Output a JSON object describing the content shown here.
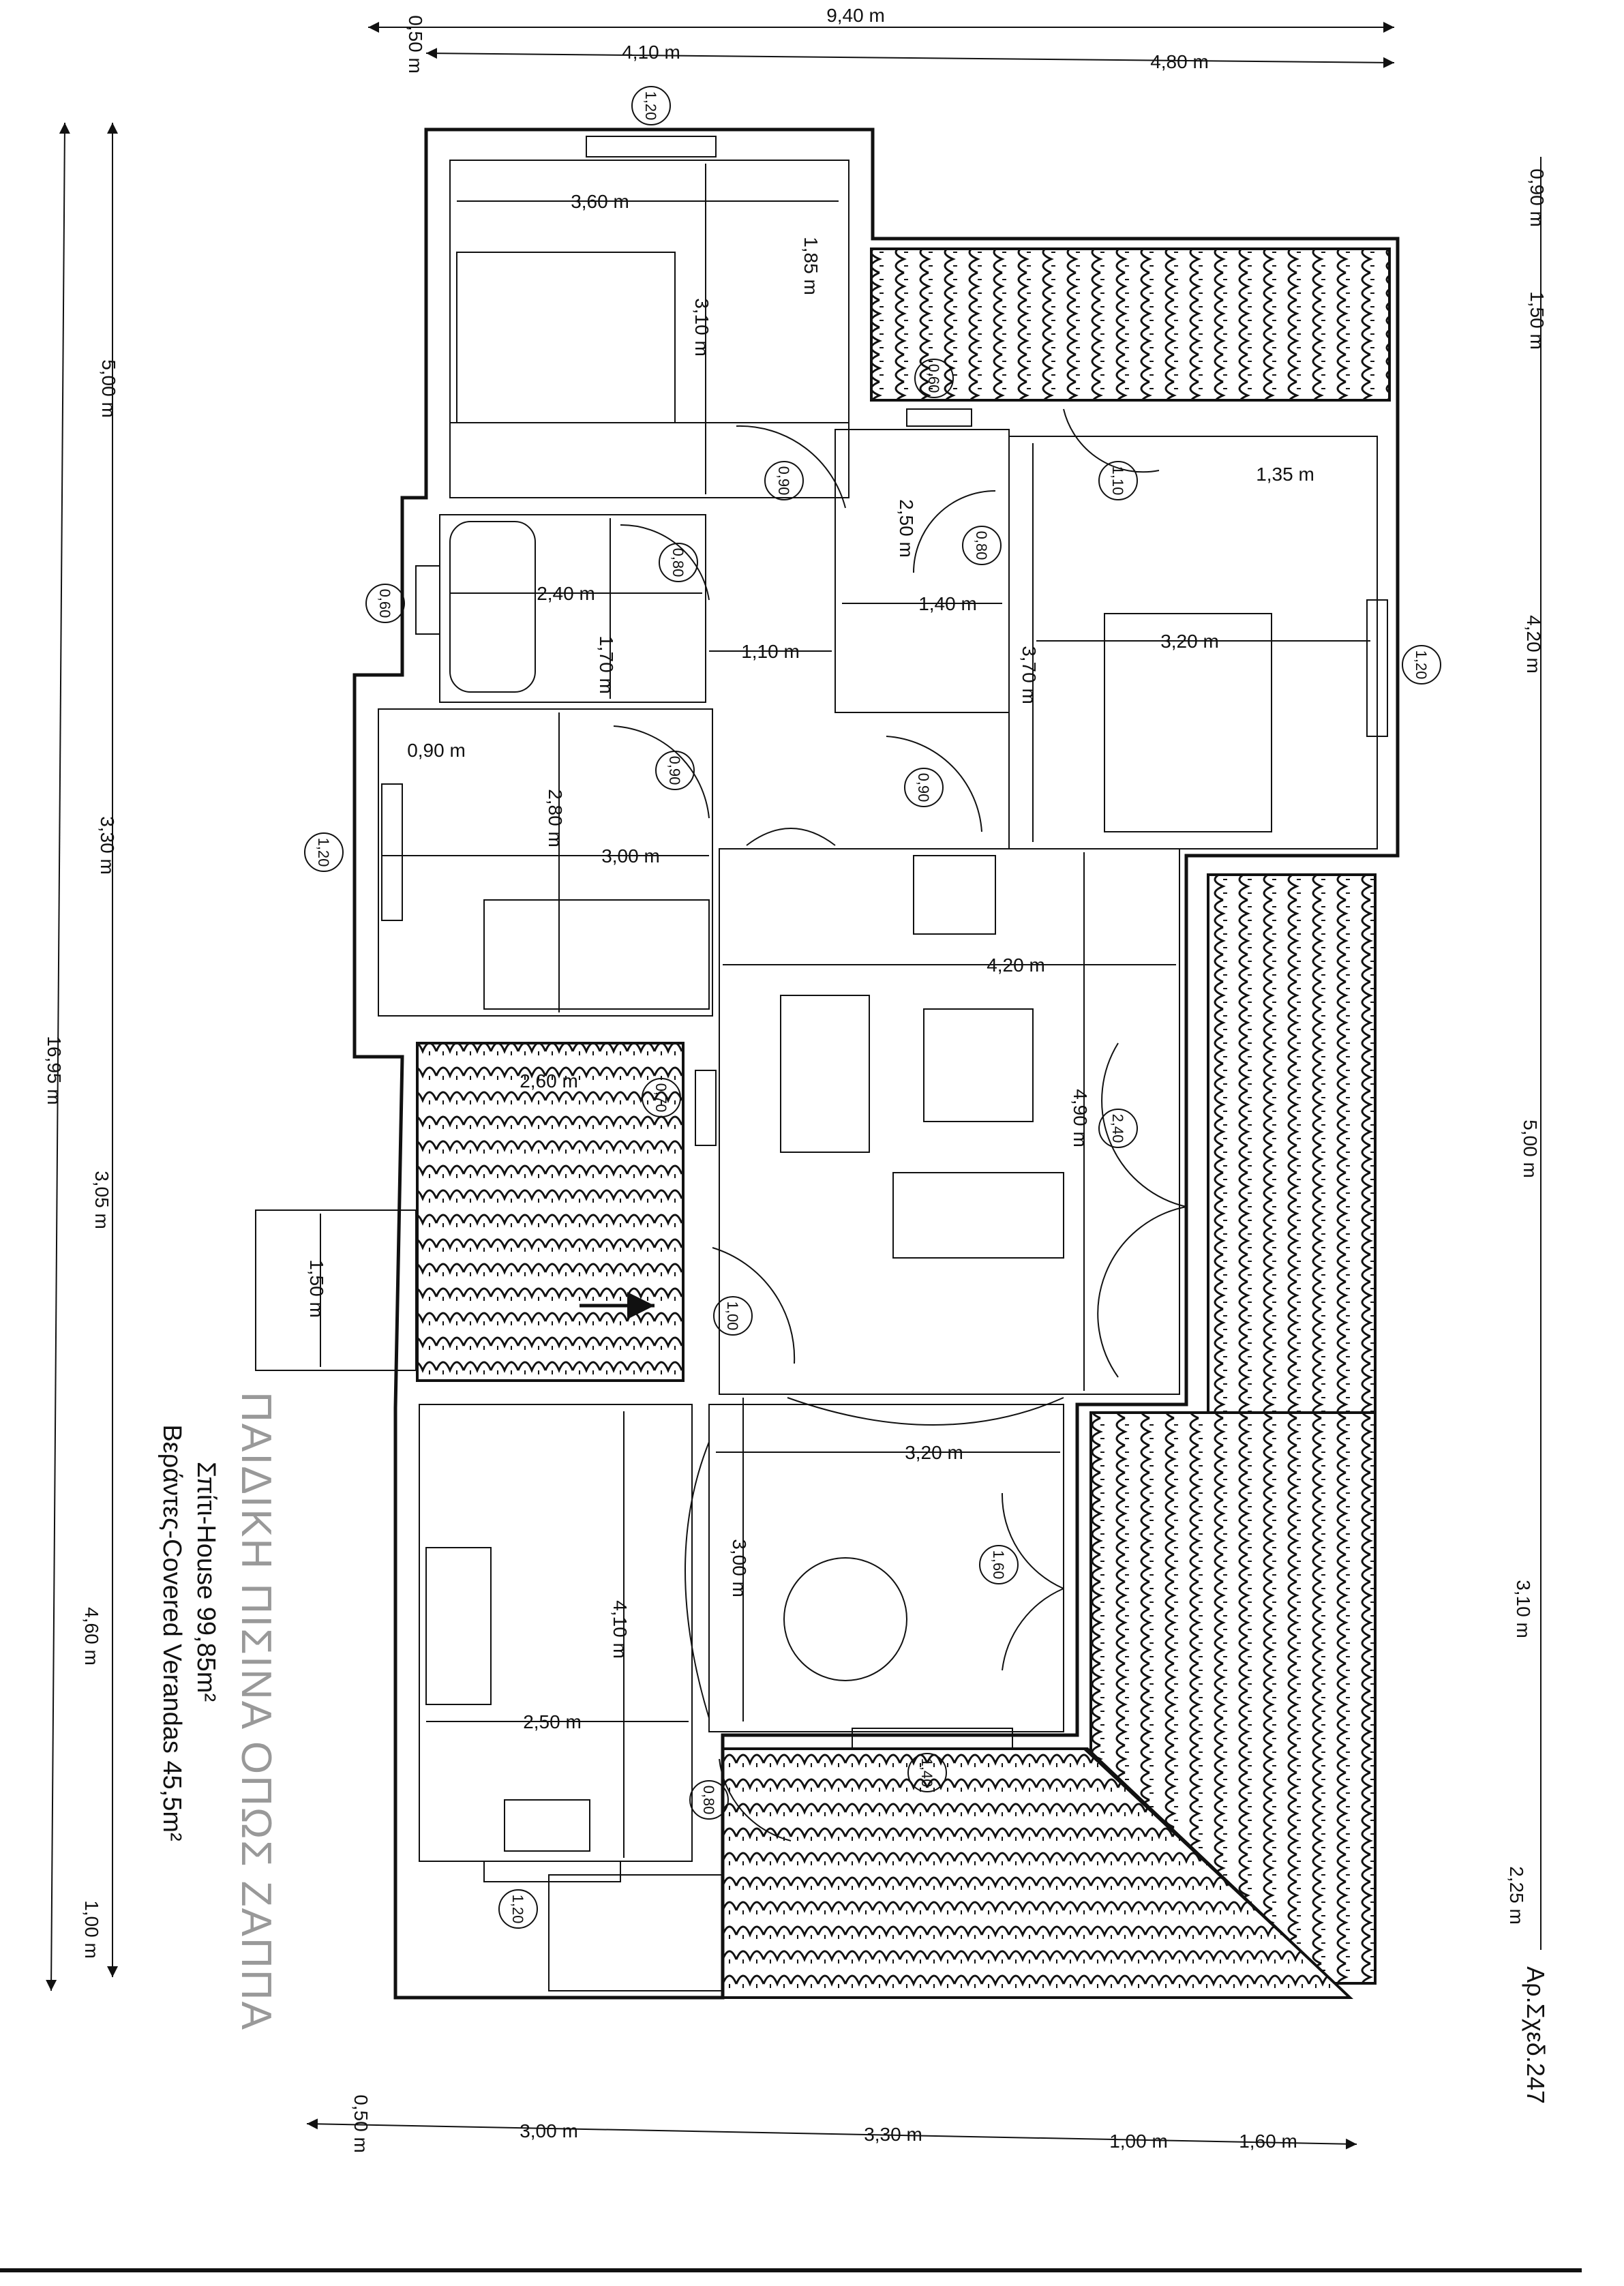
{
  "title": "ΠΑΙΔΙΚΗ ΠΙΣΙΝΑ ΟΠΩΣ ΖΑΠΠΑ",
  "house_area": "Σπίτι-House 99,85m²",
  "veranda_area": "Βεράντες-Covered Verandas 45,5m²",
  "drawing_ref": "Αρ.Σχεδ.247",
  "dims": {
    "overall_width": "9,40 m",
    "top_left": "4,10 m",
    "top_right": "4,80 m",
    "top_offset": "0,50 m",
    "left_5_00": "5,00 m",
    "left_3_30": "3,30 m",
    "left_total": "16,95 m",
    "left_3_05": "3,05 m",
    "left_4_60": "4,60 m",
    "left_1_00": "1,00 m",
    "right_0_90": "0,90 m",
    "right_1_50": "1,50 m",
    "right_4_20": "4,20 m",
    "right_5_00": "5,00 m",
    "right_3_10": "3,10 m",
    "right_2_25": "2,25 m",
    "bottom_offset": "0,50 m",
    "bottom_3_00": "3,00 m",
    "bottom_3_30": "3,30 m",
    "bottom_1_00": "1,00 m",
    "bottom_1_60": "1,60 m",
    "bed1_w": "3,60 m",
    "bed1_h": "3,10 m",
    "wardrobe1": "1,85 m",
    "bath_w": "2,40 m",
    "bath_h": "1,70 m",
    "hall_w": "1,10 m",
    "wc_h": "2,50 m",
    "shower_w": "1,40 m",
    "bed2_w": "3,20 m",
    "bed2_h": "3,70 m",
    "wardrobe2": "1,35 m",
    "bed3_w": "3,00 m",
    "bed3_h": "2,80 m",
    "wardrobe3": "0,90 m",
    "living_w": "4,20 m",
    "living_h": "4,90 m",
    "veranda_w": "2,60 m",
    "step_w": "1,50 m",
    "dining_w": "3,20 m",
    "dining_h": "3,00 m",
    "kitchen_w": "2,50 m",
    "kitchen_h": "4,10 m"
  },
  "openings": {
    "w_bed1_top": "1,20",
    "w_wc_top": "0,60",
    "d_bed1": "0,90",
    "d_bath": "0,80",
    "w_bath": "0,60",
    "d_wc": "0,80",
    "d_bed2_top": "1,10",
    "w_bed2": "1,20",
    "d_bed3": "0,90",
    "d_bed2": "0,90",
    "w_bed3": "1,20",
    "w_living": "0,70",
    "d_living_right": "2,40",
    "d_entry": "1,00",
    "d_dining": "1,60",
    "w_dining": "1,40",
    "d_kitchen": "0,80",
    "w_kitchen": "1,20"
  }
}
